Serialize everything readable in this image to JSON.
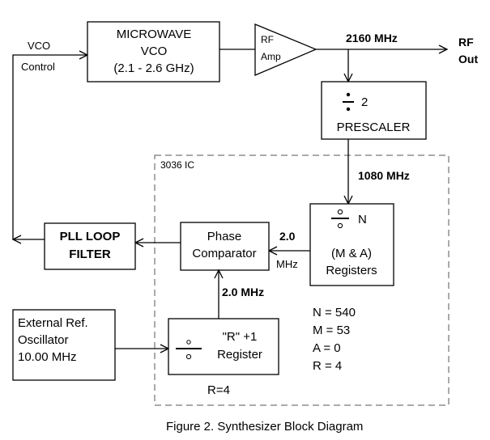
{
  "vco": {
    "line1": "MICROWAVE",
    "line2": "VCO",
    "line3": "(2.1 - 2.6 GHz)"
  },
  "vco_control": {
    "line1": "VCO",
    "line2": "Control"
  },
  "rf_amp": {
    "line1": "RF",
    "line2": "Amp"
  },
  "output": {
    "freq": "2160 MHz",
    "line1": "RF",
    "line2": "Out"
  },
  "prescaler": {
    "divisor": "2",
    "label": "PRESCALER"
  },
  "ic": {
    "label": "3036 IC"
  },
  "prescaler_out_freq": "1080 MHz",
  "n_register": {
    "symbol": "N",
    "line1": "(M & A)",
    "line2": "Registers"
  },
  "phase_comparator": {
    "line1": "Phase",
    "line2": "Comparator"
  },
  "n_to_comp_freq": {
    "line1": "2.0",
    "line2": "MHz"
  },
  "pll_filter": {
    "line1": "PLL LOOP",
    "line2": "FILTER"
  },
  "r_to_comp_freq": "2.0 MHz",
  "ext_ref": {
    "line1": "External Ref.",
    "line2": "Oscillator",
    "line3": "10.00 MHz"
  },
  "r_register": {
    "line1": "\"R\" +1",
    "line2": "Register"
  },
  "r_value": "R=4",
  "params": [
    "N = 540",
    "M = 53",
    "A = 0",
    "R = 4"
  ],
  "caption": "Figure 2. Synthesizer Block Diagram",
  "colors": {
    "line": "#000000",
    "background": "#ffffff"
  }
}
